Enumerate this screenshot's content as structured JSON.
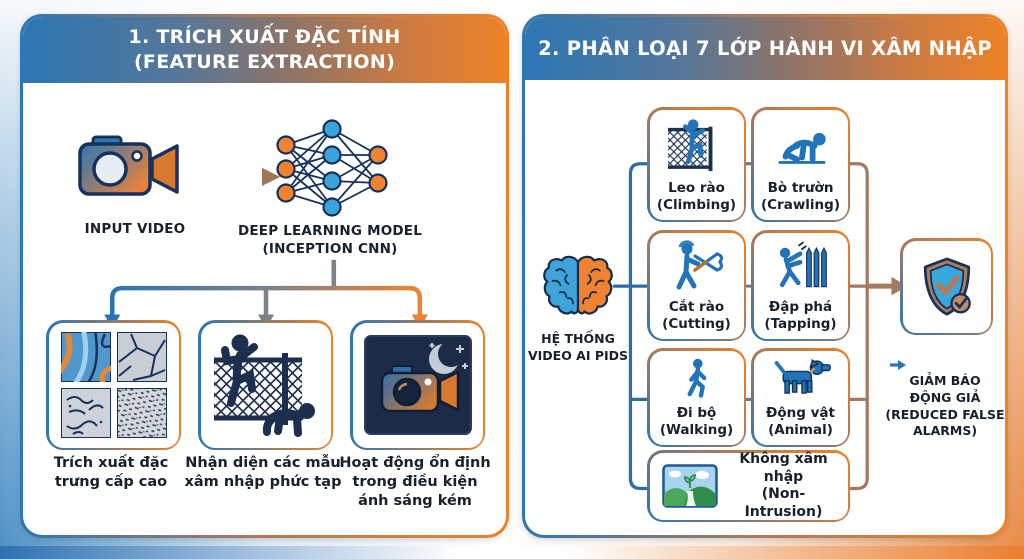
{
  "colors": {
    "accent_blue": "#2b74b4",
    "accent_orange": "#ee8227",
    "navy_outline": "#16325c",
    "connector_brown": "#a5795e",
    "icon_blue": "#2273b8"
  },
  "left_panel": {
    "title": "1. TRÍCH XUẤT ĐẶC TÍNH\n(FEATURE EXTRACTION)",
    "input_label": "INPUT VIDEO",
    "model_label": "DEEP LEARNING MODEL\n(INCEPTION CNN)",
    "features": [
      {
        "icon": "texture-grid-icon",
        "label": "Trích xuất đặc\ntrưng cấp cao"
      },
      {
        "icon": "intrusion-scene-icon",
        "label": "Nhận diện các mẫu\nxâm nhập phức tạp"
      },
      {
        "icon": "night-camera-icon",
        "label": "Hoạt động ổn định\ntrong điều kiện\nánh sáng kém"
      }
    ]
  },
  "right_panel": {
    "title": "2. PHÂN LOẠI 7 LỚP HÀNH VI XÂM NHẬP",
    "system_label": "HỆ THỐNG\nVIDEO AI PIDS",
    "behaviors": [
      {
        "icon": "climbing-icon",
        "label": "Leo rào\n(Climbing)"
      },
      {
        "icon": "crawling-icon",
        "label": "Bò trườn\n(Crawling)"
      },
      {
        "icon": "cutting-icon",
        "label": "Cắt rào\n(Cutting)"
      },
      {
        "icon": "tapping-icon",
        "label": "Đập phá\n(Tapping)"
      },
      {
        "icon": "walking-icon",
        "label": "Đi bộ\n(Walking)"
      },
      {
        "icon": "animal-icon",
        "label": "Động vật\n(Animal)"
      },
      {
        "icon": "landscape-icon",
        "label": "Không xâm nhập\n(Non-Intrusion)"
      }
    ],
    "result_label": "GIẢM BÁO\nĐỘNG GIẢ\n(REDUCED FALSE\nALARMS)"
  }
}
